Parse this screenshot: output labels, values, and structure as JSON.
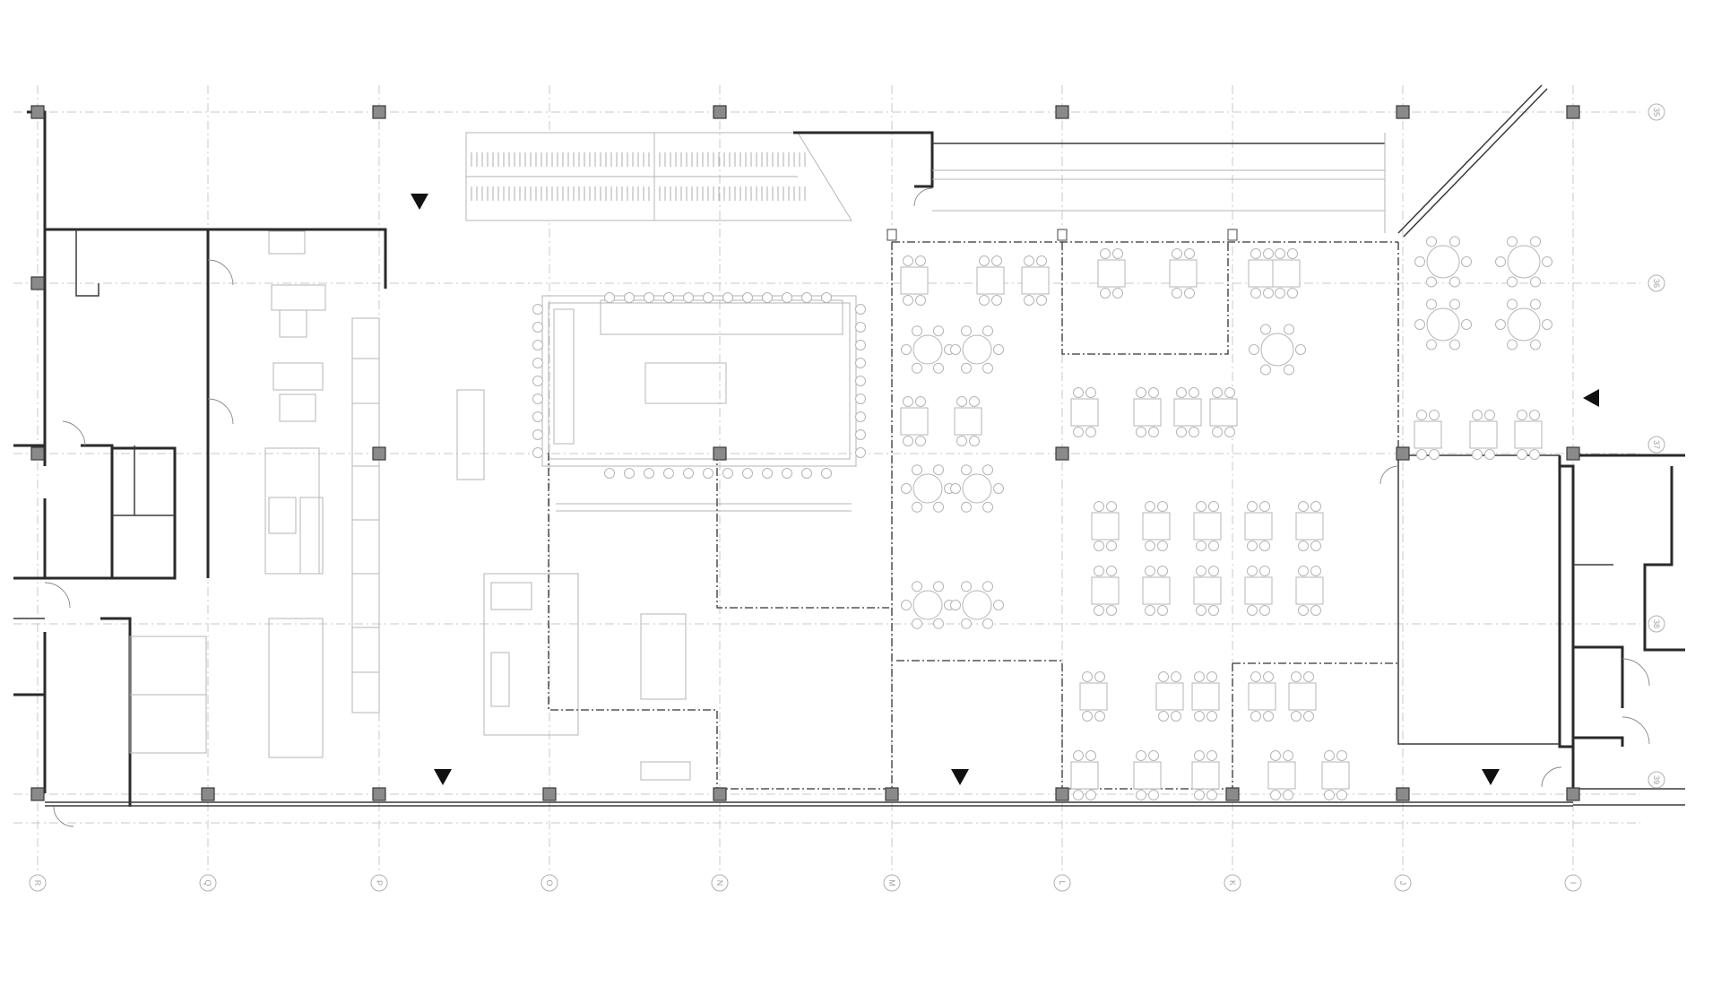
{
  "drawing": {
    "type": "architectural floor plan",
    "area_labels": "none printed",
    "colors": {
      "walls": "#2a2a2a",
      "furniture": "#b5b5b5",
      "grid": "#c8c8c8",
      "columns": "#8a8a8a",
      "markers": "#111111"
    }
  },
  "grid_bottom_labels": [
    "R",
    "Q",
    "P",
    "O",
    "N",
    "M",
    "L",
    "K",
    "J",
    "I"
  ],
  "grid_right_labels": [
    "35",
    "36",
    "37",
    "38",
    "39"
  ],
  "section_markers": [
    {
      "id": "marker-1",
      "direction": "down"
    },
    {
      "id": "marker-2",
      "direction": "down"
    },
    {
      "id": "marker-3",
      "direction": "down"
    },
    {
      "id": "marker-4",
      "direction": "down"
    },
    {
      "id": "marker-5",
      "direction": "left"
    }
  ]
}
